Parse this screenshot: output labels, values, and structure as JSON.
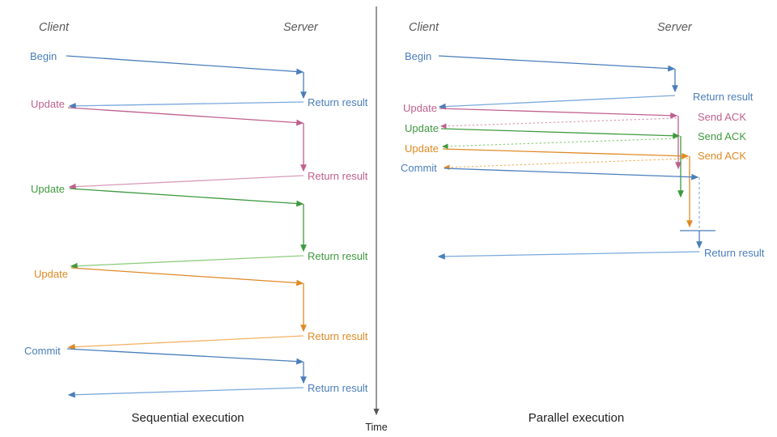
{
  "figure": {
    "time_axis_label": "Time",
    "colors": {
      "blue": "#4a7ebb",
      "blue_light": "#7aa9dd",
      "pink": "#c0608f",
      "pink_light": "#d89ab8",
      "green": "#3f9a3f",
      "green_light": "#8fcb7e",
      "orange": "#e08a26",
      "orange_light": "#f2b263",
      "axis": "#555555",
      "header": "#5a5a5a",
      "caption": "#222222"
    }
  },
  "panels": [
    {
      "id": "sequential",
      "caption": "Sequential execution",
      "client_header": "Client",
      "server_header": "Server",
      "messages": [
        {
          "request_label": "Begin",
          "response_label": "Return result",
          "color": "blue"
        },
        {
          "request_label": "Update",
          "response_label": "Return result",
          "color": "pink"
        },
        {
          "request_label": "Update",
          "response_label": "Return result",
          "color": "green"
        },
        {
          "request_label": "Update",
          "response_label": "Return result",
          "color": "orange"
        },
        {
          "request_label": "Commit",
          "response_label": "Return result",
          "color": "blue"
        }
      ]
    },
    {
      "id": "parallel",
      "caption": "Parallel execution",
      "client_header": "Client",
      "server_header": "Server",
      "messages": [
        {
          "request_label": "Begin",
          "response_label": "Return result",
          "color": "blue"
        },
        {
          "request_label": "Update",
          "response_label": "Send ACK",
          "color": "pink"
        },
        {
          "request_label": "Update",
          "response_label": "Send ACK",
          "color": "green"
        },
        {
          "request_label": "Update",
          "response_label": "Send ACK",
          "color": "orange"
        },
        {
          "request_label": "Commit",
          "response_label": "Return result",
          "color": "blue"
        }
      ]
    }
  ]
}
